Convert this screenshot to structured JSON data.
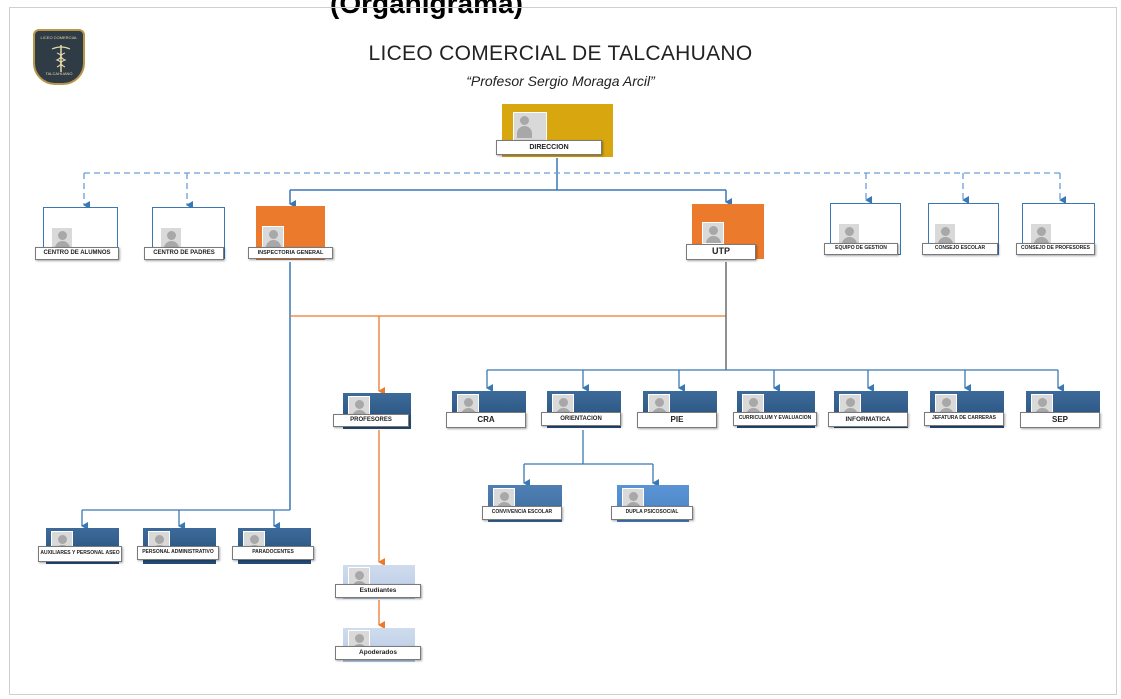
{
  "header": {
    "cut_title": "(Organigrama)",
    "school_name": "LICEO COMERCIAL DE TALCAHUANO",
    "subtitle": "“Profesor Sergio Moraga Arcil”"
  },
  "logo": {
    "top_text": "LICEO COMERCIAL",
    "bottom_text": "TALCAHUANO",
    "icon": "caduceus-icon",
    "colors": {
      "shield": "#2f3b45",
      "trim": "#b8964a"
    }
  },
  "colors": {
    "direccion": "#d8a60f",
    "inspectoria_utp": "#ec7a2d",
    "dark_blue": "#2b5a87",
    "light_blue": "#c3d3eb",
    "line_blue": "#3a78b5",
    "line_orange": "#ec7a2d",
    "line_gray": "#6b6b6b"
  },
  "nodes": {
    "direccion": "DIRECCION",
    "centro_alumnos": "CENTRO DE ALUMNOS",
    "centro_padres": "CENTRO DE PADRES",
    "inspectoria_general": "INSPECTORIA GENERAL",
    "utp": "UTP",
    "equipo_gestion": "EQUIPO DE GESTION",
    "consejo_escolar": "CONSEJO ESCOLAR",
    "consejo_profesores": "CONSEJO DE PROFESORES",
    "profesores": "PROFESORES",
    "cra": "CRA",
    "orientacion": "ORIENTACION",
    "pie": "PIE",
    "curriculum": "CURRICULUM Y EVALUACION",
    "informatica": "INFORMATICA",
    "jefatura": "JEFATURA DE CARRERAS",
    "sep": "SEP",
    "convivencia": "CONVIVENCIA ESCOLAR",
    "dupla": "DUPLA PSICOSOCIAL",
    "auxiliares": "AUXILIARES Y PERSONAL ASEO",
    "personal_admin": "PERSONAL ADMINISTRATIVO",
    "paradocentes": "PARADOCENTES",
    "estudiantes": "Estudiantes",
    "apoderados": "Apoderados"
  }
}
